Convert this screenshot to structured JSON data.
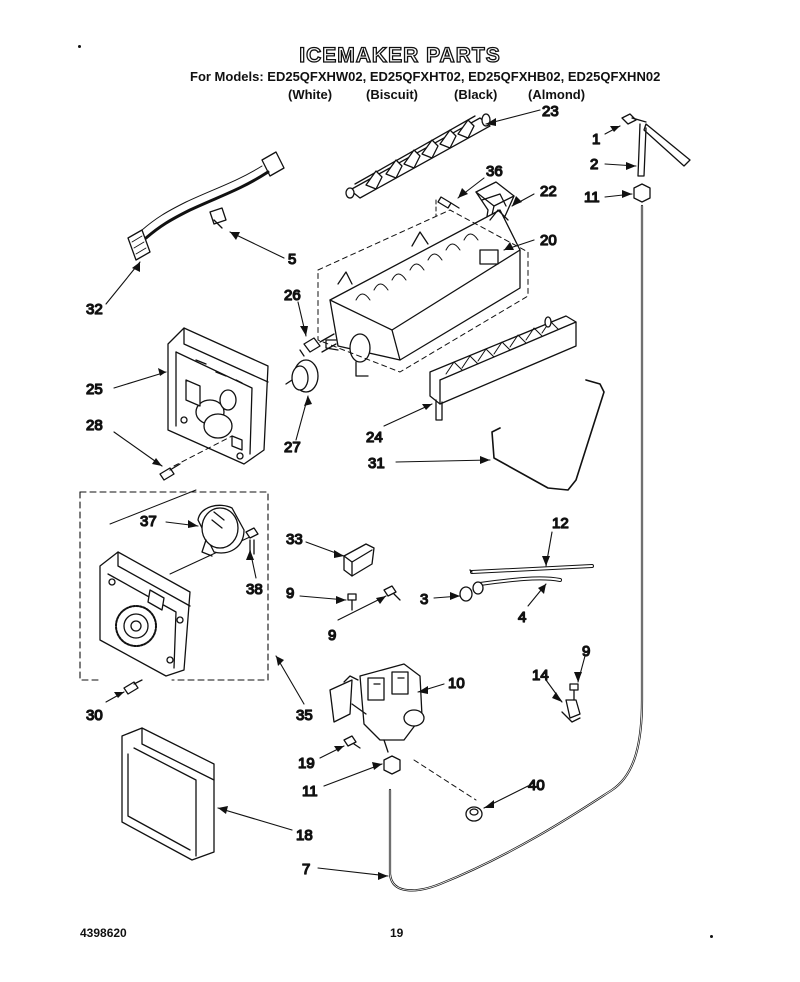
{
  "header": {
    "title": "ICEMAKER PARTS",
    "models_line": "For Models: ED25QFXHW02, ED25QFXHT02, ED25QFXHB02, ED25QFXHN02",
    "colors": [
      "(White)",
      "(Biscuit)",
      "(Black)",
      "(Almond)"
    ]
  },
  "footer": {
    "doc_number": "4398620",
    "page_number": "19"
  },
  "callouts": {
    "c1": "1",
    "c2": "2",
    "c3": "3",
    "c4": "4",
    "c5": "5",
    "c7": "7",
    "c9a": "9",
    "c9b": "9",
    "c9c": "9",
    "c10": "10",
    "c11a": "11",
    "c11b": "11",
    "c12": "12",
    "c14": "14",
    "c18": "18",
    "c19": "19",
    "c20": "20",
    "c22": "22",
    "c23": "23",
    "c24": "24",
    "c25": "25",
    "c26": "26",
    "c27": "27",
    "c28": "28",
    "c30": "30",
    "c31": "31",
    "c32": "32",
    "c33": "33",
    "c35": "35",
    "c36": "36",
    "c37": "37",
    "c38": "38",
    "c40": "40"
  }
}
